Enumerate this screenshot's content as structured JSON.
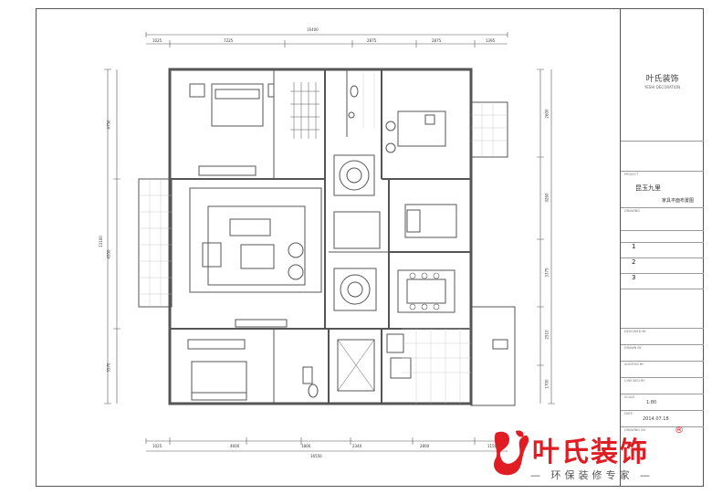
{
  "title_block": {
    "company_cn": "叶氏装饰",
    "company_en": "YESHI DECORATION",
    "project_label": "PROJECT",
    "project_name": "昆玉九里",
    "drawing_label": "DRAWING",
    "drawing_name": "家具平面布置图",
    "numbers": [
      "1",
      "2",
      "3"
    ],
    "designed_by_label": "DESIGNED BY",
    "drawn_by_label": "DRAWN BY",
    "audited_by_label": "AUDITED BY",
    "checked_by_label": "CHECKED BY",
    "scale_label": "SCALE",
    "scale": "1:80",
    "date_label": "DATE",
    "date": "2014.07.18",
    "drawing_no_label": "DRAWING NO"
  },
  "dimensions": {
    "top_overall": "16400",
    "bottom_overall": "16550",
    "top_segments": [
      "1025",
      "7225",
      "2875",
      "2875",
      "1395"
    ],
    "bottom_segments": [
      "1025",
      "4600",
      "1800",
      "2340",
      "2800",
      "1150"
    ],
    "left_overall": "13100",
    "left_segments": [
      "4750",
      "4550",
      "3570"
    ],
    "right_segments": [
      "2600",
      "3260",
      "3375",
      "2510",
      "1700"
    ]
  },
  "logo": {
    "name": "叶氏装饰",
    "slogan": "— 环保装修专家 —",
    "reg": "®"
  },
  "colors": {
    "line": "#555555",
    "brand_red": "#e11d24"
  }
}
